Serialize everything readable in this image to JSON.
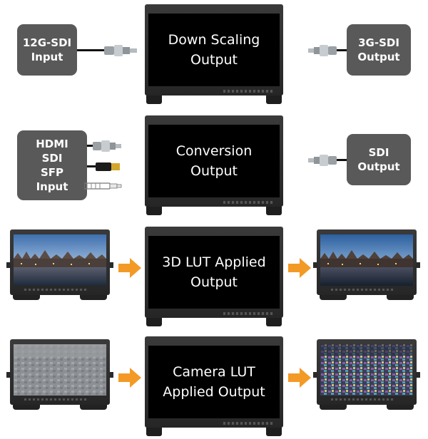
{
  "rows": [
    {
      "input_lines": [
        "12G-SDI",
        "Input"
      ],
      "monitor_lines": [
        "Down Scaling",
        "Output"
      ],
      "output_lines": [
        "3G-SDI",
        "Output"
      ]
    },
    {
      "input_lines": [
        "HDMI",
        "SDI",
        "SFP",
        "Input"
      ],
      "monitor_lines": [
        "Conversion",
        "Output"
      ],
      "output_lines": [
        "SDI",
        "Output"
      ]
    },
    {
      "monitor_lines": [
        "3D LUT Applied",
        "Output"
      ]
    },
    {
      "monitor_lines": [
        "Camera  LUT",
        "Applied Output"
      ]
    }
  ],
  "colors": {
    "box": "#595959",
    "arrow": "#f39a26",
    "bezel": "#2b2b2b"
  }
}
